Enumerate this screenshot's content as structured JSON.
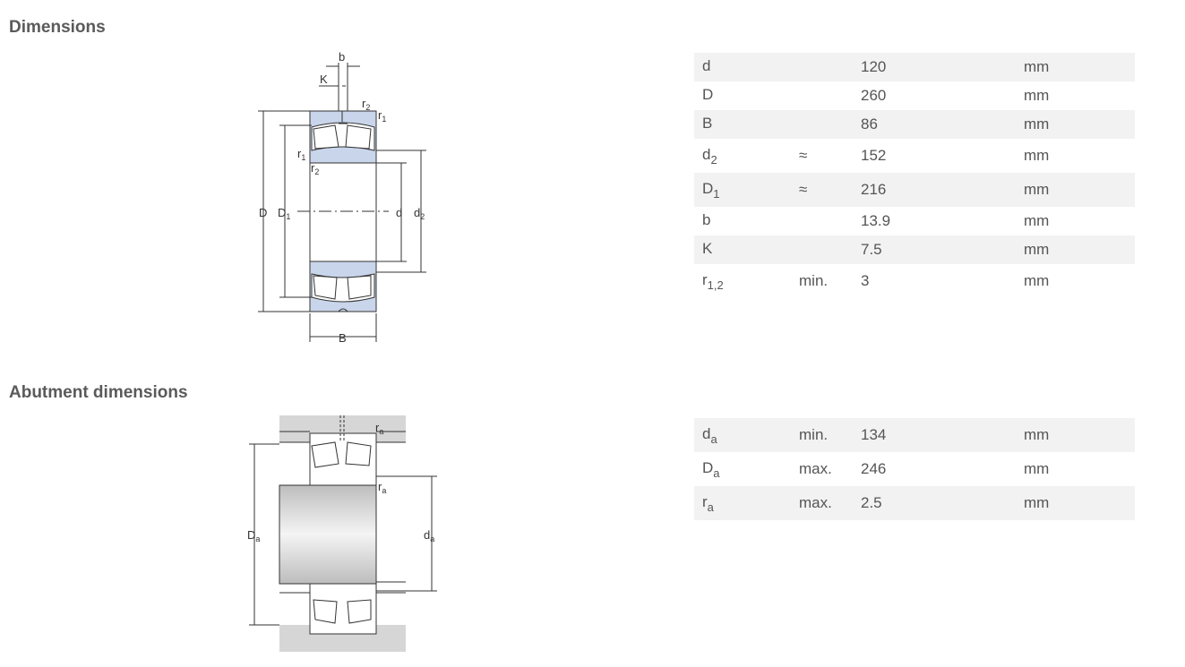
{
  "dimensions": {
    "title": "Dimensions",
    "rows": [
      {
        "sym": "d",
        "sub": "",
        "qual": "",
        "val": "120",
        "unit": "mm"
      },
      {
        "sym": "D",
        "sub": "",
        "qual": "",
        "val": "260",
        "unit": "mm"
      },
      {
        "sym": "B",
        "sub": "",
        "qual": "",
        "val": "86",
        "unit": "mm"
      },
      {
        "sym": "d",
        "sub": "2",
        "qual": "≈",
        "val": "152",
        "unit": "mm"
      },
      {
        "sym": "D",
        "sub": "1",
        "qual": "≈",
        "val": "216",
        "unit": "mm"
      },
      {
        "sym": "b",
        "sub": "",
        "qual": "",
        "val": "13.9",
        "unit": "mm"
      },
      {
        "sym": "K",
        "sub": "",
        "qual": "",
        "val": "7.5",
        "unit": "mm"
      },
      {
        "sym": "r",
        "sub": "1,2",
        "qual": "min.",
        "val": "3",
        "unit": "mm"
      }
    ],
    "diagram_labels": {
      "b": "b",
      "K": "K",
      "r": "r",
      "one": "1",
      "two": "2",
      "B": "B",
      "D": "D",
      "d": "d"
    }
  },
  "abutment": {
    "title": "Abutment dimensions",
    "rows": [
      {
        "sym": "d",
        "sub": "a",
        "qual": "min.",
        "val": "134",
        "unit": "mm"
      },
      {
        "sym": "D",
        "sub": "a",
        "qual": "max.",
        "val": "246",
        "unit": "mm"
      },
      {
        "sym": "r",
        "sub": "a",
        "qual": "max.",
        "val": "2.5",
        "unit": "mm"
      }
    ],
    "diagram_labels": {
      "r": "r",
      "a": "a",
      "D": "D",
      "d": "d"
    }
  },
  "colors": {
    "ring_fill": "#c9d5ea",
    "housing_fill": "#d6d6d6",
    "row_shade": "#f2f2f2",
    "text": "#555555"
  }
}
